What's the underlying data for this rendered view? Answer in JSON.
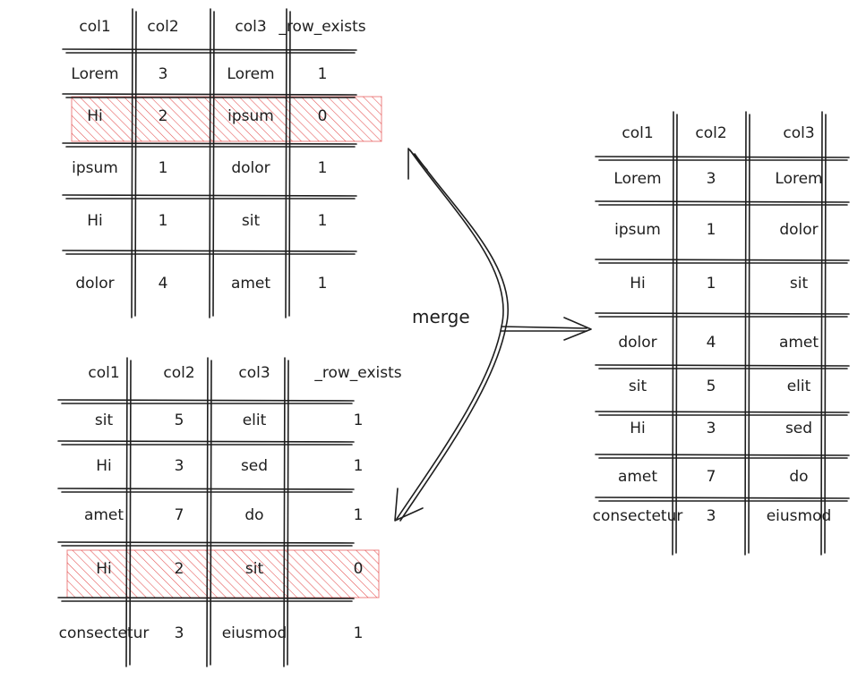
{
  "colors": {
    "ink": "#1e1e1e",
    "highlight": "#e03131"
  },
  "merge_label": "merge",
  "table_top": {
    "headers": [
      "col1",
      "col2",
      "col3",
      "_row_exists"
    ],
    "rows": [
      {
        "cells": [
          "Lorem",
          "3",
          "Lorem",
          "1"
        ],
        "highlight": false
      },
      {
        "cells": [
          "Hi",
          "2",
          "ipsum",
          "0"
        ],
        "highlight": true
      },
      {
        "cells": [
          "ipsum",
          "1",
          "dolor",
          "1"
        ],
        "highlight": false
      },
      {
        "cells": [
          "Hi",
          "1",
          "sit",
          "1"
        ],
        "highlight": false
      },
      {
        "cells": [
          "dolor",
          "4",
          "amet",
          "1"
        ],
        "highlight": false
      }
    ]
  },
  "table_bottom": {
    "headers": [
      "col1",
      "col2",
      "col3",
      "_row_exists"
    ],
    "rows": [
      {
        "cells": [
          "sit",
          "5",
          "elit",
          "1"
        ],
        "highlight": false
      },
      {
        "cells": [
          "Hi",
          "3",
          "sed",
          "1"
        ],
        "highlight": false
      },
      {
        "cells": [
          "amet",
          "7",
          "do",
          "1"
        ],
        "highlight": false
      },
      {
        "cells": [
          "Hi",
          "2",
          "sit",
          "0"
        ],
        "highlight": true
      },
      {
        "cells": [
          "consectetur",
          "3",
          "eiusmod",
          "1"
        ],
        "highlight": false
      }
    ]
  },
  "table_result": {
    "headers": [
      "col1",
      "col2",
      "col3"
    ],
    "rows": [
      {
        "cells": [
          "Lorem",
          "3",
          "Lorem"
        ],
        "highlight": false
      },
      {
        "cells": [
          "ipsum",
          "1",
          "dolor"
        ],
        "highlight": false
      },
      {
        "cells": [
          "Hi",
          "1",
          "sit"
        ],
        "highlight": false
      },
      {
        "cells": [
          "dolor",
          "4",
          "amet"
        ],
        "highlight": false
      },
      {
        "cells": [
          "sit",
          "5",
          "elit"
        ],
        "highlight": false
      },
      {
        "cells": [
          "Hi",
          "3",
          "sed"
        ],
        "highlight": false
      },
      {
        "cells": [
          "amet",
          "7",
          "do"
        ],
        "highlight": false
      },
      {
        "cells": [
          "consectetur",
          "3",
          "eiusmod"
        ],
        "highlight": false
      }
    ]
  }
}
